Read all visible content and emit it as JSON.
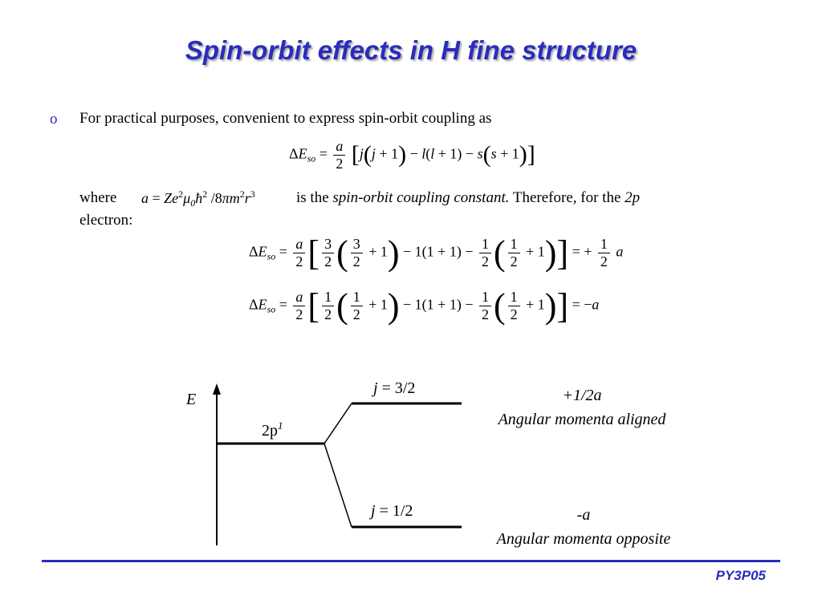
{
  "slide": {
    "title": "Spin-orbit effects in H fine structure",
    "bullet_marker": "o",
    "bullet_text": "For practical purposes, convenient to express spin-orbit coupling as",
    "where_word": "where",
    "is_the": "is the ",
    "constant_name": "spin-orbit coupling constant.",
    "therefore_text": " Therefore, for the ",
    "orbital_2p": "2p",
    "electron_word": "electron:",
    "footer_code": "PY3P05",
    "accent_color": "#2b2bbf"
  },
  "diagram": {
    "axis_label": "E",
    "level_label": "2p",
    "level_superscript": "1",
    "upper_j_label": "j",
    "upper_j_value": "= 3/2",
    "lower_j_label": "j",
    "lower_j_value": "= 1/2",
    "upper_energy": "+1/2a",
    "upper_caption": "Angular momenta aligned",
    "lower_energy": "-a",
    "lower_caption": "Angular momenta opposite"
  }
}
